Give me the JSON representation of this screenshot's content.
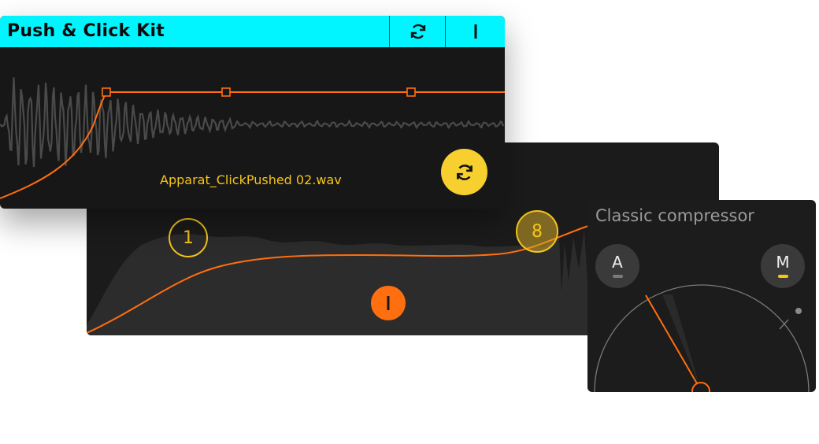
{
  "sample_player": {
    "title": "Push & Click Kit",
    "filename": "Apparat_ClickPushed 02.wav",
    "header_buttons": [
      {
        "name": "reload",
        "icon": "reload-icon"
      },
      {
        "name": "power",
        "icon": "power-icon"
      }
    ],
    "reload_button_icon": "reload-icon"
  },
  "envelope": {
    "badge_left": "1",
    "badge_right": "8",
    "power_icon": "power-icon"
  },
  "compressor": {
    "title": "Classic compressor",
    "mode_a_label": "A",
    "mode_m_label": "M",
    "active_mode": "M"
  },
  "colors": {
    "header": "#00f5ff",
    "accent_orange": "#ff6f0f",
    "accent_yellow": "#f5c518",
    "panel_dark": "#171717"
  }
}
